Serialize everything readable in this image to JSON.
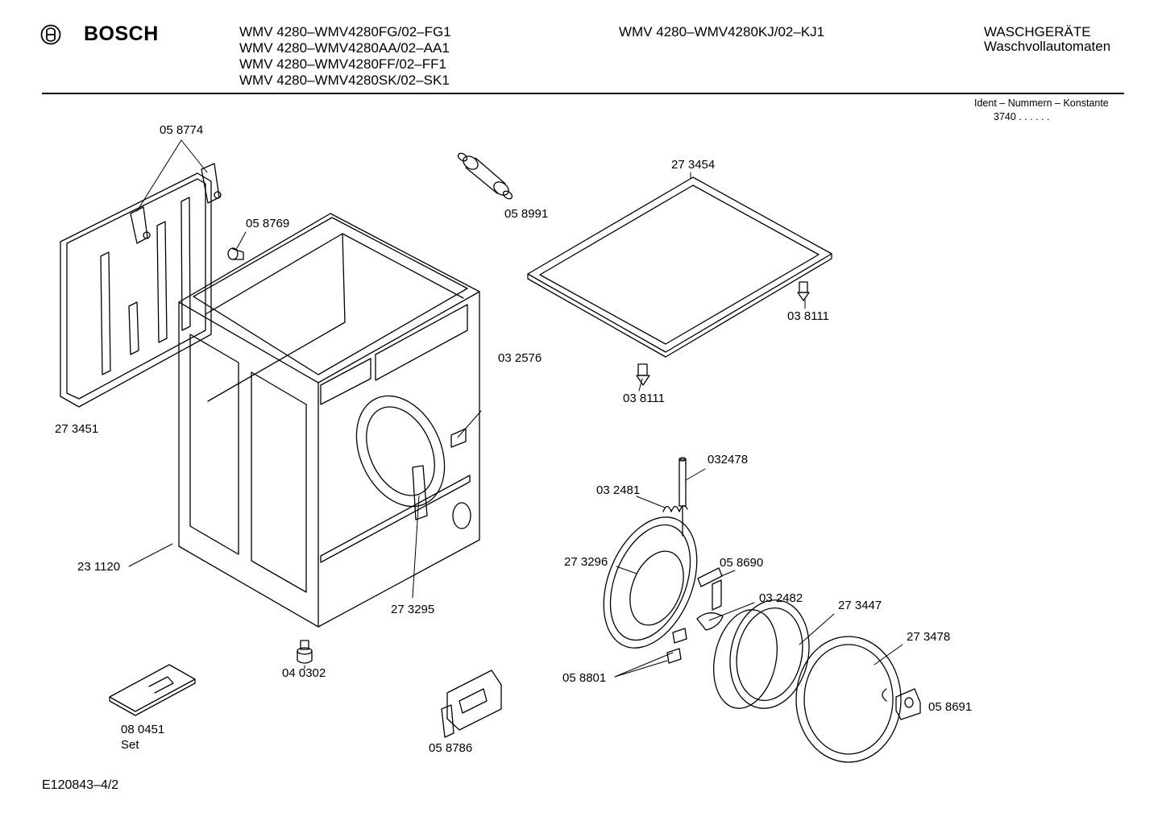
{
  "header": {
    "brand": "BOSCH",
    "models_left": [
      "WMV 4280–WMV4280FG/02–FG1",
      "WMV 4280–WMV4280AA/02–AA1",
      "WMV 4280–WMV4280FF/02–FF1",
      "WMV 4280–WMV4280SK/02–SK1"
    ],
    "model_center": "WMV 4280–WMV4280KJ/02–KJ1",
    "category": "WASCHGERÄTE",
    "subcategory": "Waschvollautomaten",
    "ident_label": "Ident – Nummern – Konstante",
    "ident_value": "3740  .  .    .  .  .  ."
  },
  "parts": {
    "p058774": "05 8774",
    "p058769": "05 8769",
    "p273451": "27 3451",
    "p058991": "05 8991",
    "p273454": "27 3454",
    "p038111_a": "03  8111",
    "p038111_b": "03  8111",
    "p032576": "03 2576",
    "p032478": "032478",
    "p032481": "03 2481",
    "p231120": "23 1120",
    "p273296": "27 3296",
    "p058690": "05 8690",
    "p032482": "03 2482",
    "p273447": "27 3447",
    "p273295": "27 3295",
    "p273478": "27 3478",
    "p040302": "04 0302",
    "p058801": "05 8801",
    "p058691": "05 8691",
    "p080451": "08 0451",
    "p080451_note": "Set",
    "p058786": "05 8786"
  },
  "footer": {
    "drawing_id": "E120843–4/2"
  }
}
